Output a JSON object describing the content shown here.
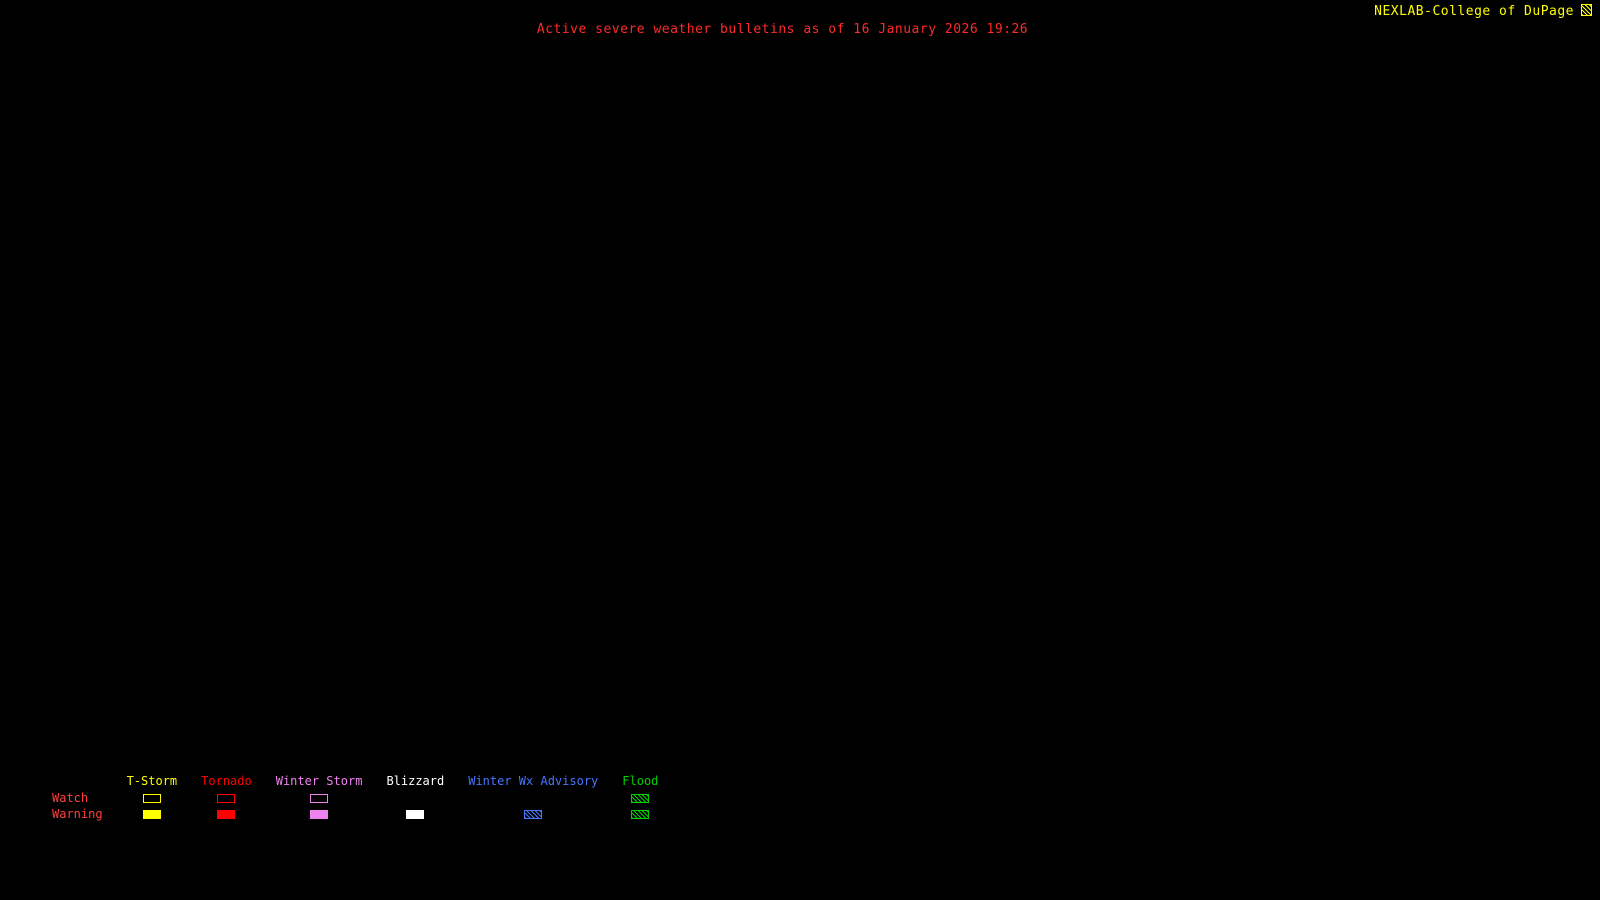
{
  "background_color": "#000000",
  "header": {
    "title": "Active severe weather bulletins as of 16 January 2026 19:26",
    "title_color": "#ff2a2a",
    "brand": "NEXLAB-College of DuPage",
    "brand_color": "#ffff00",
    "brand_glyph": "hatched-square-icon"
  },
  "legend": {
    "row_label_color": "#ff4040",
    "rows": [
      {
        "label": "Watch"
      },
      {
        "label": "Warning"
      }
    ],
    "columns": [
      {
        "label": "T-Storm",
        "color": "#ffff00",
        "watch": "outline",
        "warning": "solid"
      },
      {
        "label": "Tornado",
        "color": "#ff0000",
        "watch": "outline",
        "warning": "solid"
      },
      {
        "label": "Winter Storm",
        "color": "#ee82ee",
        "watch": "outline",
        "warning": "solid"
      },
      {
        "label": "Blizzard",
        "color": "#ffffff",
        "watch": "none",
        "warning": "solid"
      },
      {
        "label": "Winter Wx Advisory",
        "color": "#4876ff",
        "watch": "none",
        "warning": "hatch"
      },
      {
        "label": "Flood",
        "color": "#00d000",
        "watch": "hatch",
        "warning": "hatch"
      }
    ]
  }
}
